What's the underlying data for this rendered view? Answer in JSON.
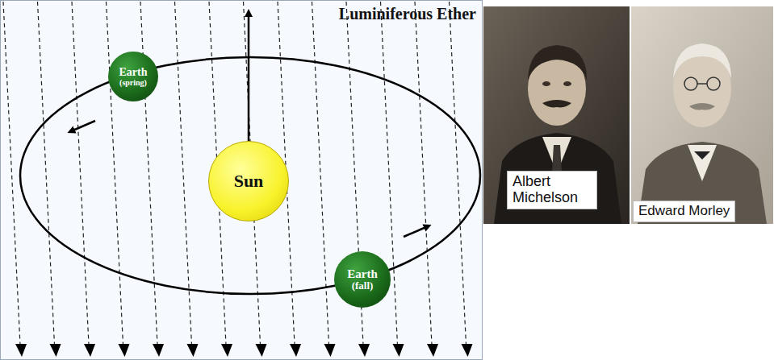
{
  "diagram": {
    "nodes": [
      {
        "text": [
          "Earth",
          "(spring)"
        ]
      },
      {
        "text": [
          "Sun"
        ]
      },
      {
        "text": [
          "Earth",
          "(fall)"
        ]
      },
      {
        "text": [
          "Albert Michelson"
        ]
      },
      {
        "text": [
          "Edward Morley"
        ]
      }
    ],
    "labels": [
      "Luminiferous Ether"
    ]
  }
}
